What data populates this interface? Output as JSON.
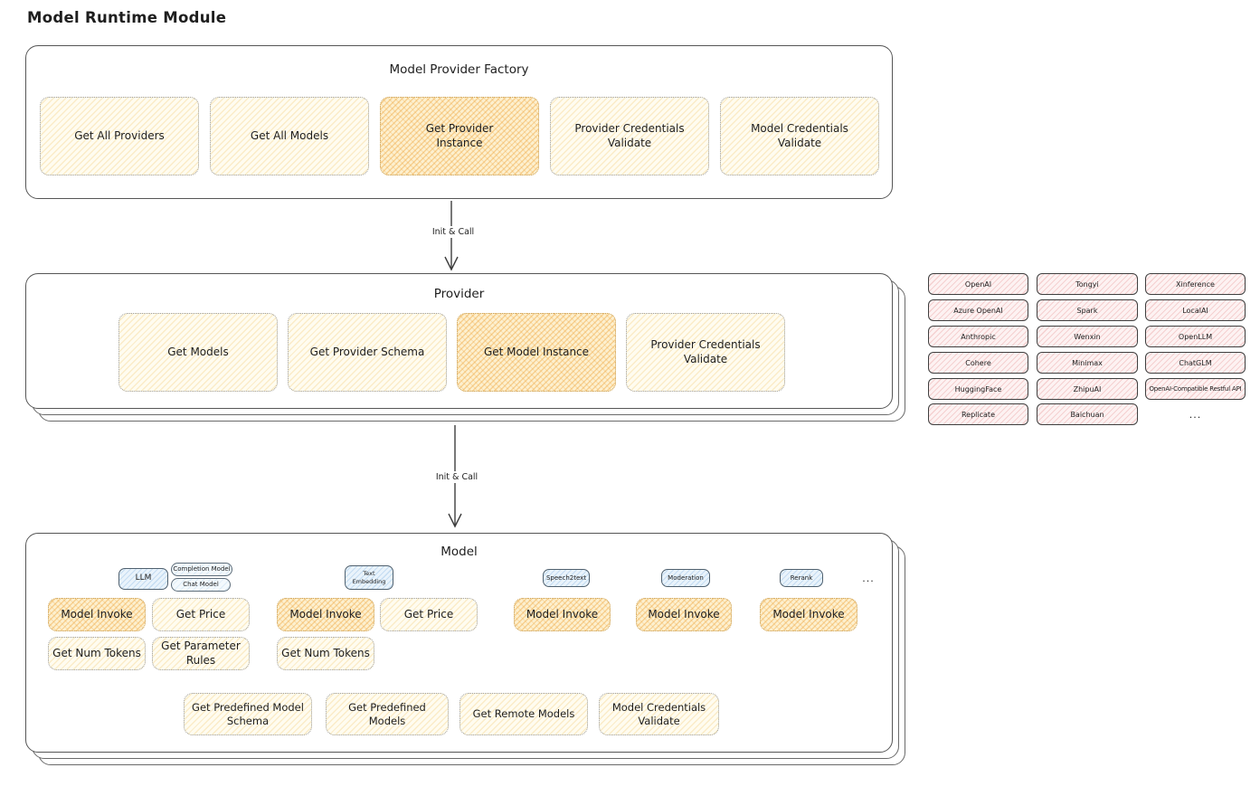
{
  "title": "Model Runtime Module",
  "colors": {
    "yellow_fill": "#fffcf0",
    "yellow_hatch": "#f0c35f",
    "orange_fill": "#fdf0cf",
    "orange_hatch": "#eea032",
    "pink_fill": "#fdf2f2",
    "pink_hatch": "#e28282",
    "blue_fill": "#e9f3fb",
    "blue_hatch": "#82b4e1",
    "line": "#3d3d3d"
  },
  "factory": {
    "title": "Model Provider Factory",
    "boxes": [
      {
        "label": "Get All Providers",
        "highlighted": false
      },
      {
        "label": "Get All Models",
        "highlighted": false
      },
      {
        "label": "Get Provider Instance",
        "highlighted": true
      },
      {
        "label": "Provider Credentials Validate",
        "highlighted": false
      },
      {
        "label": "Model Credentials Validate",
        "highlighted": false
      }
    ]
  },
  "arrow1": {
    "label": "Init & Call"
  },
  "arrow2": {
    "label": "Init & Call"
  },
  "provider": {
    "title": "Provider",
    "boxes": [
      {
        "label": "Get Models",
        "highlighted": false
      },
      {
        "label": "Get Provider Schema",
        "highlighted": false
      },
      {
        "label": "Get Model Instance",
        "highlighted": true
      },
      {
        "label": "Provider Credentials Validate",
        "highlighted": false
      }
    ]
  },
  "vendors": {
    "col1": [
      "OpenAI",
      "Azure OpenAI",
      "Anthropic",
      "Cohere",
      "HuggingFace",
      "Replicate"
    ],
    "col2": [
      "Tongyi",
      "Spark",
      "Wenxin",
      "Minimax",
      "ZhipuAI",
      "Baichuan"
    ],
    "col3": [
      "Xinference",
      "LocalAI",
      "OpenLLM",
      "ChatGLM",
      "OpenAI-Compatible Restful API"
    ],
    "more": "..."
  },
  "model": {
    "title": "Model",
    "tags": {
      "llm": "LLM",
      "completion_model": "Completion Model",
      "chat_model": "Chat Model",
      "text_embedding": "Text Embedding",
      "speech2text": "Speech2text",
      "moderation": "Moderation",
      "rerank": "Rerank",
      "more": "..."
    },
    "ops": {
      "model_invoke": "Model Invoke",
      "get_price": "Get Price",
      "get_num_tokens": "Get Num Tokens",
      "get_parameter_rules": "Get Parameter Rules"
    },
    "shared": [
      {
        "label": "Get Predefined Model Schema"
      },
      {
        "label": "Get Predefined Models"
      },
      {
        "label": "Get Remote Models"
      },
      {
        "label": "Model Credentials Validate"
      }
    ]
  }
}
